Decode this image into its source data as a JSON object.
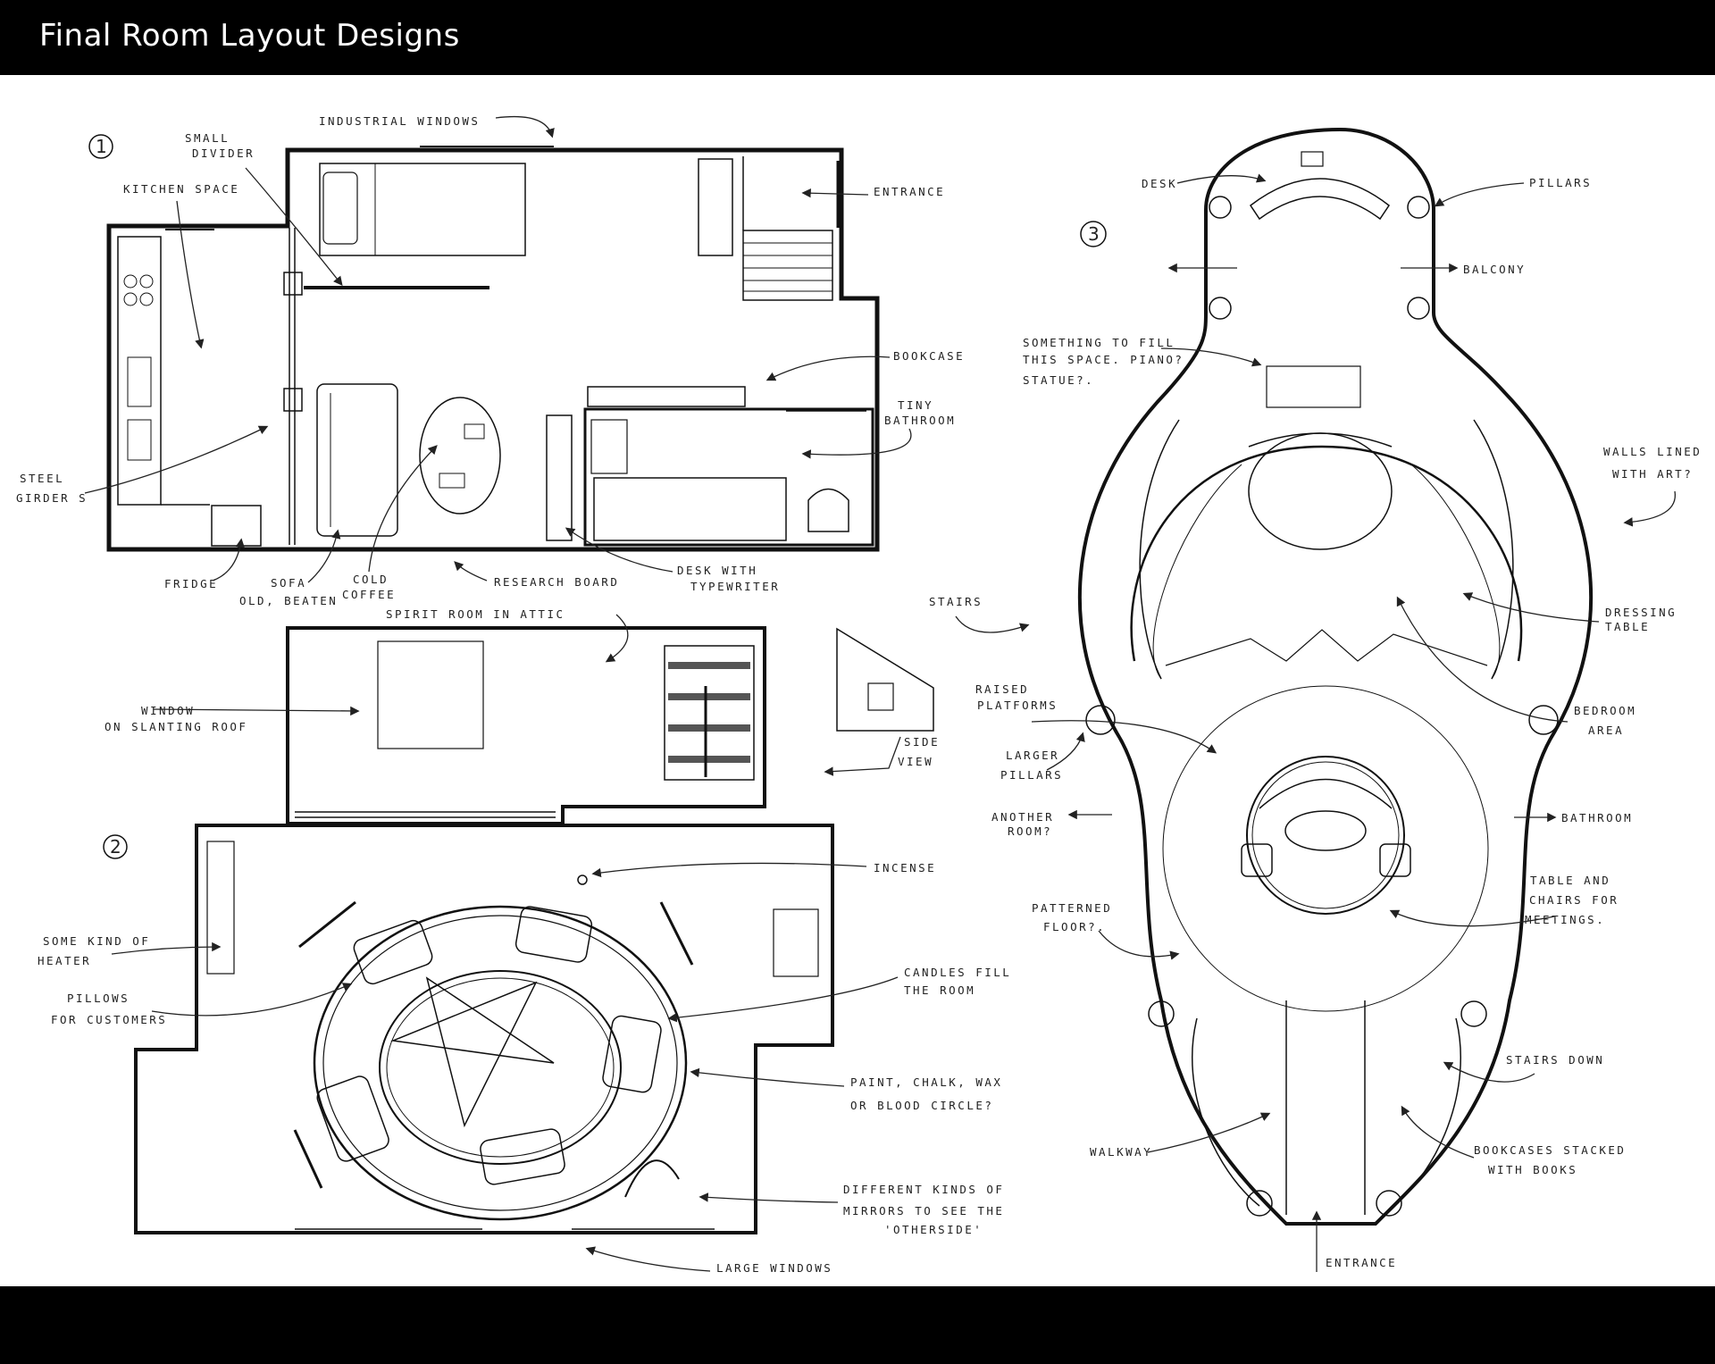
{
  "title": "Final Room Layout Designs",
  "plans": {
    "one": {
      "number": "1",
      "labels": {
        "industrial_windows": "INDUSTRIAL WINDOWS",
        "small_divider_1": "SMALL",
        "small_divider_2": "DIVIDER",
        "kitchen_space": "KITCHEN SPACE",
        "entrance": "ENTRANCE",
        "bookcase": "BOOKCASE",
        "tiny_bathroom_1": "TINY",
        "tiny_bathroom_2": "BATHROOM",
        "steel_girders_1": "STEEL",
        "steel_girders_2": "GIRDER S",
        "fridge": "FRIDGE",
        "sofa_1": "SOFA",
        "sofa_2": "OLD, BEATEN",
        "cold_coffee_1": "COLD",
        "cold_coffee_2": "COFFEE",
        "research_board": "RESEARCH BOARD",
        "desk_typewriter_1": "DESK WITH",
        "desk_typewriter_2": "TYPEWRITER"
      }
    },
    "two": {
      "number": "2",
      "labels": {
        "spirit_room": "SPIRIT ROOM IN ATTIC",
        "window_roof_1": "WINDOW",
        "window_roof_2": "ON SLANTING ROOF",
        "side_view_1": "SIDE",
        "side_view_2": "VIEW",
        "incense": "INCENSE",
        "heater_1": "SOME KIND OF",
        "heater_2": "HEATER",
        "pillows_1": "PILLOWS",
        "pillows_2": "FOR CUSTOMERS",
        "candles_1": "CANDLES FILL",
        "candles_2": "THE ROOM",
        "circle_1": "PAINT, CHALK, WAX",
        "circle_2": "OR BLOOD CIRCLE?",
        "mirrors_1": "DIFFERENT KINDS OF",
        "mirrors_2": "MIRRORS TO SEE THE",
        "mirrors_3": "'OTHERSIDE'",
        "large_windows": "LARGE WINDOWS"
      }
    },
    "three": {
      "number": "3",
      "labels": {
        "desk": "DESK",
        "pillars": "PILLARS",
        "balcony": "BALCONY",
        "fill_space_1": "SOMETHING TO FILL",
        "fill_space_2": "THIS SPACE. PIANO?",
        "fill_space_3": "STATUE?.",
        "walls_art_1": "WALLS LINED",
        "walls_art_2": "WITH ART?",
        "stairs": "STAIRS",
        "dressing_1": "DRESSING",
        "dressing_2": "TABLE",
        "raised_1": "RAISED",
        "raised_2": "PLATFORMS",
        "bedroom_1": "BEDROOM",
        "bedroom_2": "AREA",
        "larger_pillars_1": "LARGER",
        "larger_pillars_2": "PILLARS",
        "another_room_1": "ANOTHER",
        "another_room_2": "ROOM?",
        "bathroom": "BATHROOM",
        "table_chairs_1": "TABLE AND",
        "table_chairs_2": "CHAIRS FOR",
        "table_chairs_3": "MEETINGS.",
        "patterned_1": "PATTERNED",
        "patterned_2": "FLOOR?.",
        "stairs_down": "STAIRS DOWN",
        "bookcases_1": "BOOKCASES STACKED",
        "bookcases_2": "WITH BOOKS",
        "walkway": "WALKWAY",
        "entrance": "ENTRANCE"
      }
    }
  }
}
